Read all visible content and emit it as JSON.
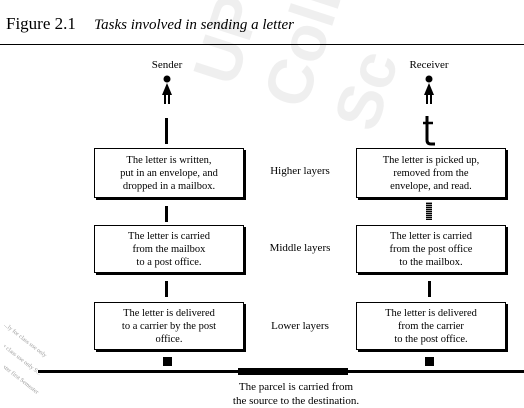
{
  "figure": {
    "number": "Figure 2.1",
    "caption": "Tasks involved in sending a letter"
  },
  "columns": {
    "sender": "Sender",
    "receiver": "Receiver"
  },
  "layers": {
    "higher": "Higher layers",
    "middle": "Middle layers",
    "lower": "Lower layers"
  },
  "sender_boxes": {
    "higher": [
      "The letter is written,",
      "put in an envelope, and",
      "dropped in a mailbox."
    ],
    "middle": [
      "The letter is carried",
      "from the mailbox",
      "to a post office."
    ],
    "lower": [
      "The letter is delivered",
      "to a carrier by the post",
      "office."
    ]
  },
  "receiver_boxes": {
    "higher": [
      "The letter is picked up,",
      "removed from the",
      "envelope, and read."
    ],
    "middle": [
      "The letter is carried",
      "from the post office",
      "to the mailbox."
    ],
    "lower": [
      "The letter is delivered",
      "from the carrier",
      "to the post office."
    ]
  },
  "transport": [
    "The parcel is carried from",
    "the source to the destination."
  ],
  "watermark": "UP Cebu College of Sc",
  "stamp": [
    "...ly for class use only",
    "...for class use only S...",
    "...semester first Semester"
  ]
}
